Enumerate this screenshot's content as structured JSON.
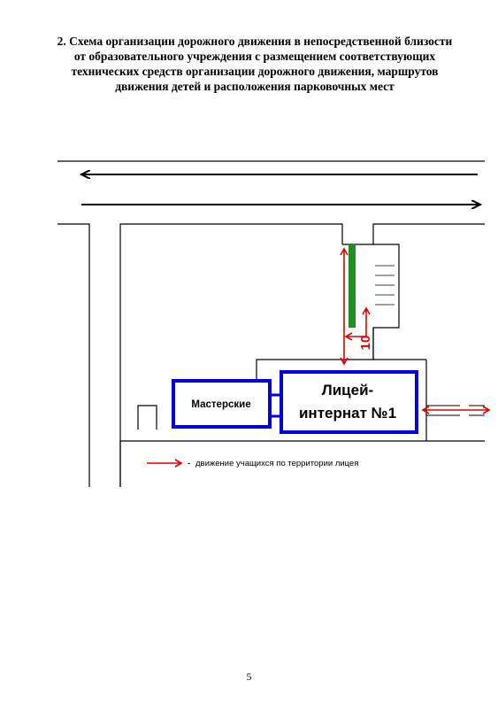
{
  "document": {
    "title": "2. Схема организации дорожного движения в непосредственной близости от образовательного учреждения с размещением соответствующих технических средств организации дорожного движения, маршрутов движения детей и расположения парковочных мест",
    "page_number": "5"
  },
  "diagram": {
    "buildings": {
      "workshops": "Мастерские",
      "lyceum_line1": "Лицей-",
      "lyceum_line2": "интернат №1"
    },
    "speed_sign": "10",
    "legend": {
      "dash": "-",
      "text": "движение учащихся по территории лицея"
    },
    "colors": {
      "building_border": "#0000dd",
      "route_arrow": "#dd0000",
      "green_strip": "#1f8f1f",
      "lines": "#000000"
    }
  }
}
